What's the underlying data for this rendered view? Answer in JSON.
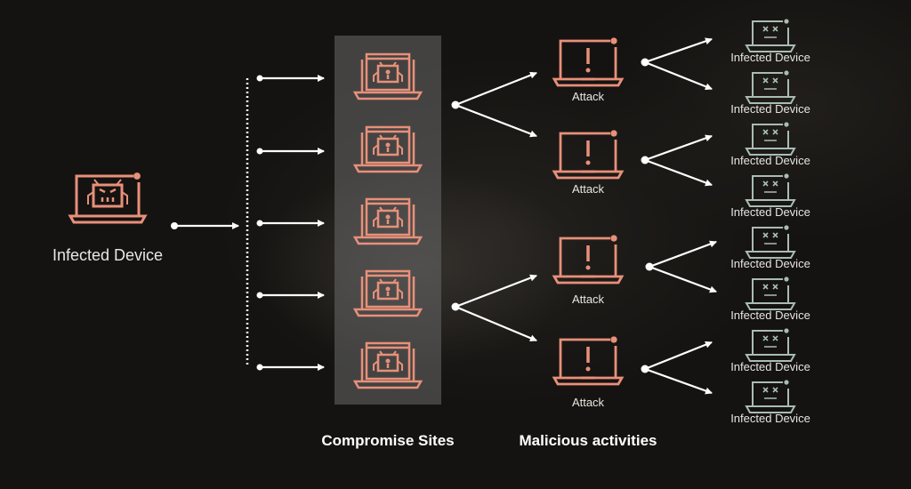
{
  "colors": {
    "accent": "#e8907a",
    "infected": "#a9bcb4",
    "arrow": "#ffffff",
    "panel": "#6a6a6a"
  },
  "source": {
    "label": "Infected Device",
    "icon": "infected-robot-laptop-icon"
  },
  "compromise_sites": {
    "title": "Compromise Sites",
    "count": 5,
    "icon": "compromised-site-laptop-icon"
  },
  "malicious_activities": {
    "title": "Malicious activities",
    "attacks": [
      {
        "label": "Attack",
        "victims": [
          "Infected Device",
          "Infected Device"
        ]
      },
      {
        "label": "Attack",
        "victims": [
          "Infected Device",
          "Infected Device"
        ]
      },
      {
        "label": "Attack",
        "victims": [
          "Infected Device",
          "Infected Device"
        ]
      },
      {
        "label": "Attack",
        "victims": [
          "Infected Device",
          "Infected Device"
        ]
      }
    ]
  }
}
